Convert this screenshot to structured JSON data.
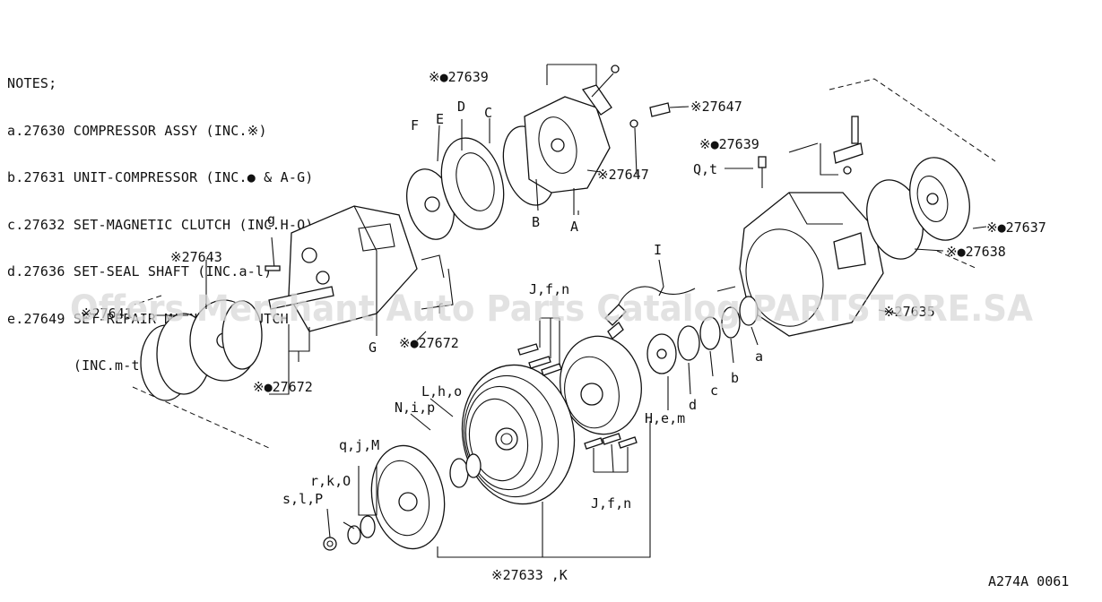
{
  "notes": {
    "title": "NOTES;",
    "lines": [
      "a.27630 COMPRESSOR ASSY (INC.※)",
      "b.27631 UNIT-COMPRESSOR (INC.● & A-G)",
      "c.27632 SET-MAGNETIC CLUTCH (INC.H-Q)",
      "d.27636 SET-SEAL SHAFT (INC.a-l)",
      "e.27649 SET-REPAIR MAGNETIC CLUTCH",
      "        (INC.m-t)"
    ]
  },
  "labels": {
    "p27639_top": "※●27639",
    "p27647_top": "※27647",
    "p27647_mid": "※27647",
    "p27639_right": "※●27639",
    "qt": "Q,t",
    "p27637": "※●27637",
    "p27638": "※●27638",
    "p27635": "※27635",
    "letter_A": "A",
    "letter_B": "B",
    "letter_C": "C",
    "letter_D": "D",
    "letter_E": "E",
    "letter_F": "F",
    "letter_G": "G",
    "letter_I": "I",
    "letter_g": "g",
    "letter_f": "f",
    "p27643": "※27643",
    "p27641": "※27641",
    "p27672_mid": "※●27672",
    "p27672_low": "※●27672",
    "jfn_top": "J,f,n",
    "jfn_low": "J,f,n",
    "letter_a": "a",
    "letter_b": "b",
    "letter_c": "c",
    "letter_d": "d",
    "hem": "H,e,m",
    "lho": "L,h,o",
    "nip": "N,i,p",
    "qjm": "q,j,M",
    "rko": "r,k,O",
    "slp": "s,l,P",
    "p27633": "※27633 ,K",
    "drawing_code": "A274A 0061"
  },
  "watermark": "Offers Merchant Auto Parts Catalog PARTSTORE.SA"
}
